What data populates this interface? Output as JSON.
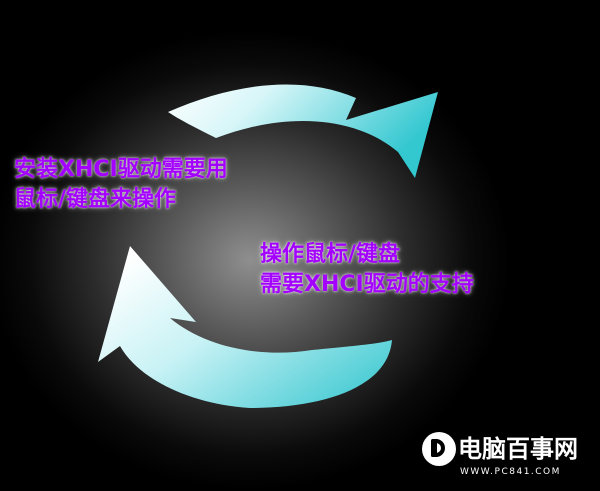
{
  "diagram": {
    "label_top_left": {
      "line1": "安装XHCI驱动需要用",
      "line2": "鼠标/键盘来操作"
    },
    "label_bottom_right": {
      "line1": "操作鼠标/键盘",
      "line2": "需要XHCI驱动的支持"
    },
    "text_color": "#a300ff",
    "arrow_color_light": "#ffffff",
    "arrow_color_dark": "#33c7d0"
  },
  "watermark": {
    "name": "电脑百事网",
    "url": "WWW.PC841.COM"
  }
}
